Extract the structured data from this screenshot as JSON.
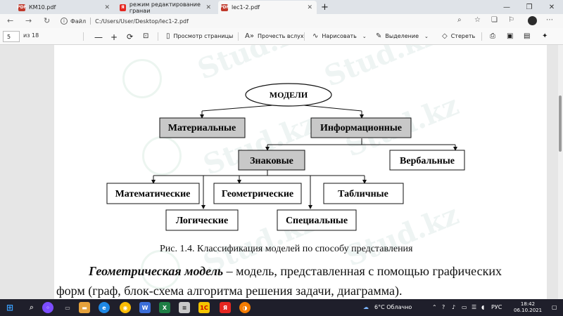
{
  "tabs": [
    {
      "label": "КМ10.pdf",
      "fav_color": "#c0392b",
      "fav_text": "PDF"
    },
    {
      "label": "режим редактирование гранаи",
      "fav_color": "#e52620",
      "fav_text": "Я"
    },
    {
      "label": "lec1-2.pdf",
      "fav_color": "#c0392b",
      "fav_text": "PDF",
      "active": true
    }
  ],
  "window_controls": {
    "minimize": "—",
    "maximize": "❐",
    "close": "✕"
  },
  "address": {
    "label": "Файл",
    "path": "C:/Users/User/Desktop/lec1-2.pdf"
  },
  "pdf_toolbar": {
    "page": "5",
    "of_pages": "из 18",
    "view_page": "Просмотр страницы",
    "read_aloud": "Прочесть вслух",
    "draw": "Нарисовать",
    "highlight": "Выделение",
    "erase": "Стереть"
  },
  "diagram": {
    "root": "МОДЕЛИ",
    "material": "Материальные",
    "information": "Информационные",
    "sign": "Знаковые",
    "verbal": "Вербальные",
    "math": "Математические",
    "geometric": "Геометрические",
    "tabular": "Табличные",
    "logical": "Логические",
    "special": "Специальные",
    "gray_fill": "#c8c8c8"
  },
  "document": {
    "caption": "Рис. 1.4. Классификация моделей по способу представления",
    "para1_term": "Геометрическая модель",
    "para1_rest": " – модель, представленная с помощью графических",
    "para2": "форм (граф, блок-схема алгоритма решения задачи, диаграмма)."
  },
  "watermark": "Stud.kz",
  "taskbar": {
    "weather": "6°C Облачно",
    "lang": "РУС",
    "time": "18:42",
    "date": "06.10.2021"
  }
}
